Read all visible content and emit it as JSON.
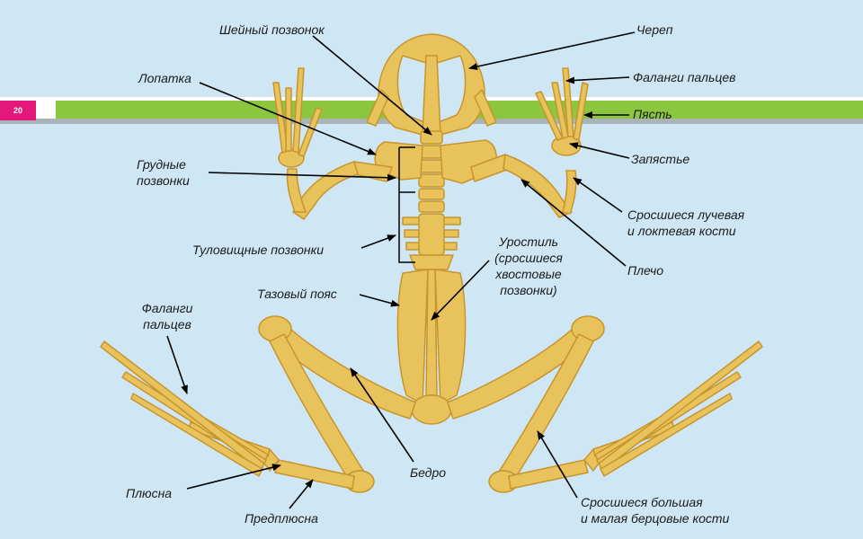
{
  "page_number": "20",
  "colors": {
    "background": "#cfe7f5",
    "band_green": "#8cc63f",
    "bone": "#e8c25a",
    "bone_outline": "#c8952c",
    "page_number_bg": "#e2197a"
  },
  "labels": {
    "cervical_vertebra": "Шейный позвонок",
    "skull": "Череп",
    "scapula": "Лопатка",
    "finger_phalanges_upper": "Фаланги пальцев",
    "metacarpus": "Пясть",
    "carpus": "Запястье",
    "thoracic_vertebrae_1": "Грудные",
    "thoracic_vertebrae_2": "позвонки",
    "radius_ulna_1": "Сросшиеся лучевая",
    "radius_ulna_2": "и локтевая кости",
    "trunk_vertebrae": "Туловищные позвонки",
    "urostyle_1": "Уростиль",
    "urostyle_2": "(сросшиеся",
    "urostyle_3": "хвостовые",
    "urostyle_4": "позвонки)",
    "humerus": "Плечо",
    "pelvic_girdle": "Тазовый пояс",
    "toe_phalanges_1": "Фаланги",
    "toe_phalanges_2": "пальцев",
    "femur": "Бедро",
    "metatarsus": "Плюсна",
    "tarsus": "Предплюсна",
    "tibia_fibula_1": "Сросшиеся большая",
    "tibia_fibula_2": "и малая берцовые кости"
  }
}
